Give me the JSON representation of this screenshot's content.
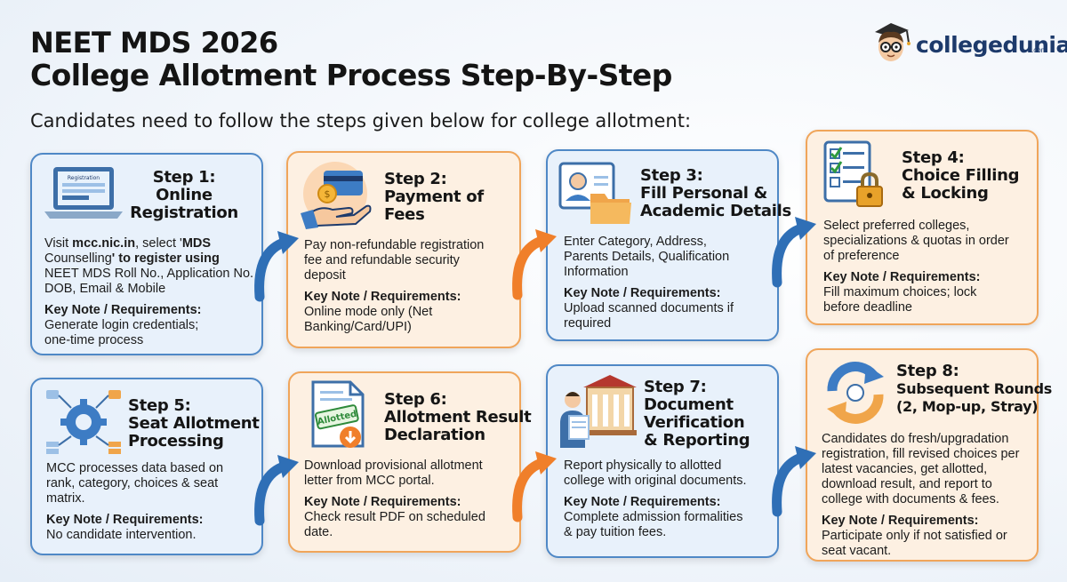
{
  "header": {
    "title_line1": "NEET MDS 2026",
    "title_line2": "College Allotment Process Step-By-Step",
    "subtitle": "Candidates need to follow the steps given below for college allotment:"
  },
  "brand": {
    "name": "collegedunia",
    "suffix": ".com"
  },
  "key_note_label": "Key Note / Requirements:",
  "steps": [
    {
      "title_lines": [
        "Step 1:",
        "Online",
        "Registration"
      ],
      "icon": "laptop-icon",
      "icon_text": "Registration",
      "desc_lines": [
        "Visit |mcc.nic.in|, select '|MDS",
        "Counselling|' to register using",
        "NEET MDS Roll No., Application No.",
        "DOB, Email & Mobile"
      ],
      "note_lines": [
        "Generate login credentials;",
        "one-time process"
      ]
    },
    {
      "title_lines": [
        "Step 2:",
        "Payment of",
        "Fees"
      ],
      "icon": "payment-icon",
      "icon_text": "",
      "desc_lines": [
        "Pay non-refundable registration",
        "fee and refundable security",
        "deposit"
      ],
      "note_lines": [
        "Online mode only (Net",
        "Banking/Card/UPI)"
      ]
    },
    {
      "title_lines": [
        "Step 3:",
        "Fill Personal &",
        "Academic Details"
      ],
      "icon": "profile-folder-icon",
      "icon_text": "",
      "desc_lines": [
        "Enter Category, Address,",
        "Parents Details, Qualification",
        "Information"
      ],
      "note_lines": [
        "Upload scanned documents if",
        "required"
      ]
    },
    {
      "title_lines": [
        "Step 4:",
        "Choice Filling",
        "& Locking"
      ],
      "icon": "checklist-lock-icon",
      "icon_text": "",
      "desc_lines": [
        "Select preferred colleges,",
        "specializations & quotas in order",
        "of preference"
      ],
      "note_lines": [
        "Fill maximum choices; lock",
        "before deadline"
      ]
    },
    {
      "title_lines": [
        "Step 5:",
        "Seat Allotment",
        "Processing"
      ],
      "icon": "gear-network-icon",
      "icon_text": "",
      "desc_lines": [
        "MCC processes data based on",
        "rank, category, choices & seat",
        "matrix."
      ],
      "note_lines": [
        "No candidate intervention."
      ]
    },
    {
      "title_lines": [
        "Step 6:",
        "Allotment Result",
        "Declaration"
      ],
      "icon": "allotted-document-icon",
      "icon_text": "Allotted",
      "desc_lines": [
        "Download provisional allotment",
        "letter from MCC portal."
      ],
      "note_lines": [
        "Check result PDF on scheduled",
        "date."
      ]
    },
    {
      "title_lines": [
        "Step 7:",
        "Document",
        "Verification",
        "& Reporting"
      ],
      "icon": "college-student-icon",
      "icon_text": "",
      "desc_lines": [
        "Report physically to allotted",
        "college with original documents."
      ],
      "note_lines": [
        "Complete admission formalities",
        "& pay tuition fees."
      ]
    },
    {
      "title_lines": [
        "Step 8:",
        "Subsequent Rounds",
        "(2, Mop-up, Stray)"
      ],
      "icon": "refresh-cycle-icon",
      "icon_text": "",
      "desc_lines": [
        "Candidates do fresh/upgradation",
        "registration, fill revised choices per",
        "latest vacancies, get allotted,",
        "download result, and report to",
        "college with documents & fees."
      ],
      "note_lines": [
        "Participate only if not satisfied or",
        "seat vacant."
      ]
    }
  ],
  "colors": {
    "blue_card": "#e8f1fb",
    "blue_border": "#4f88c6",
    "orange_card": "#fdf0e2",
    "orange_border": "#f0a55a",
    "arrow_blue": "#2f6fb6",
    "arrow_orange": "#f07f2a"
  }
}
